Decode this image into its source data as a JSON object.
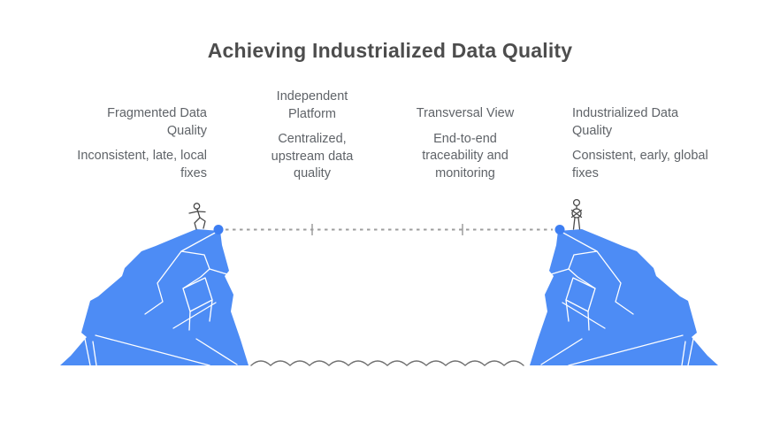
{
  "title": "Achieving Industrialized Data Quality",
  "stages": [
    {
      "heading": "Fragmented Data\nQuality",
      "body": "Inconsistent, late, local\nfixes"
    },
    {
      "heading": "Independent\nPlatform",
      "body": "Centralized,\nupstream data\nquality"
    },
    {
      "heading": "Transversal View",
      "body": "End-to-end\ntraceability and\nmonitoring"
    },
    {
      "heading": "Industrialized Data\nQuality",
      "body": "Consistent, early, global\nfixes"
    }
  ],
  "illustration": {
    "left_figure": "walking-stick-figure",
    "right_figure": "standing-stick-figure",
    "rope_segments": 3,
    "rope_tick_count": 2
  },
  "colors": {
    "cliff_blue": "#4d8cf5",
    "anchor_dot_blue": "#3d7ef2",
    "rope_gray": "#9e9e9e",
    "title_gray": "#4d4d4d",
    "text_gray": "#5f6368",
    "figure_gray": "#4a4a4a",
    "wave_gray": "#707070"
  }
}
